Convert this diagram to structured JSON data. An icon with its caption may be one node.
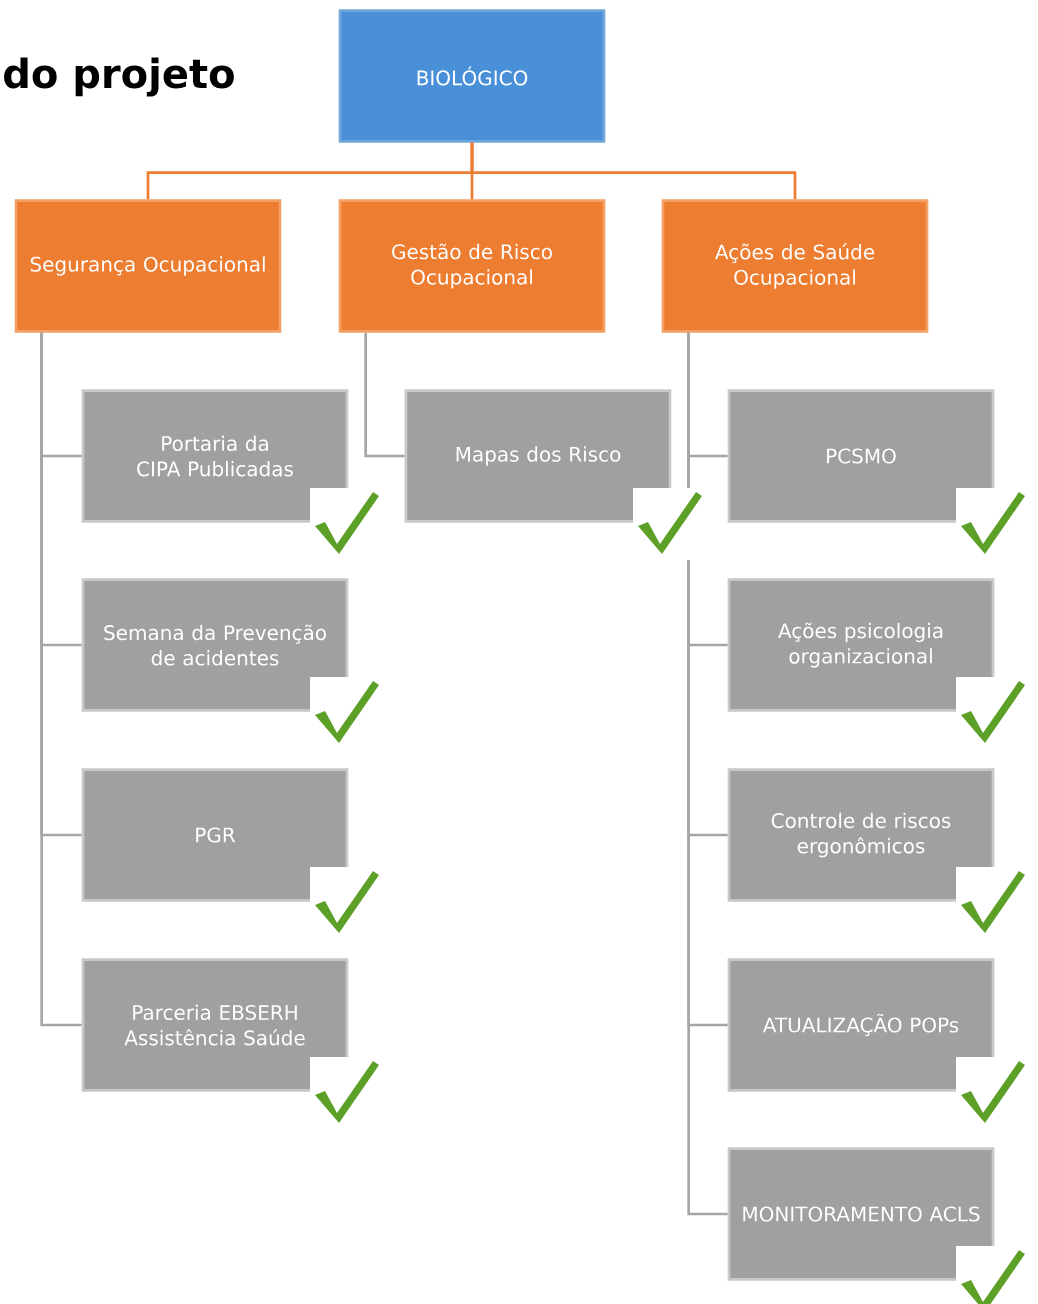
{
  "diagram": {
    "title": "do projeto",
    "nodes": [
      {
        "text": [
          "BIOLÓGICO"
        ]
      },
      {
        "text": [
          "Segurança Ocupacional"
        ]
      },
      {
        "text": [
          "Gestão de Risco Ocupacional"
        ]
      },
      {
        "text": [
          "Ações de Saúde Ocupacional"
        ]
      },
      {
        "text": [
          "Portaria da CIPA Publicadas"
        ]
      },
      {
        "text": [
          "Semana da Prevenção de acidentes"
        ]
      },
      {
        "text": [
          "PGR"
        ]
      },
      {
        "text": [
          "Parceria EBSERH Assistência Saúde"
        ]
      },
      {
        "text": [
          "Mapas dos Risco"
        ]
      },
      {
        "text": [
          "PCSMO"
        ]
      },
      {
        "text": [
          "Ações psicologia organizacional"
        ]
      },
      {
        "text": [
          "Controle de riscos ergonômicos"
        ]
      },
      {
        "text": [
          "ATUALIZAÇÃO POPs"
        ]
      },
      {
        "text": [
          "MONITORAMENTO ACLS"
        ]
      }
    ],
    "edges": [
      {
        "from": 0,
        "to": 1,
        "arrow": "none",
        "color": "#ed7d31"
      },
      {
        "from": 0,
        "to": 2,
        "arrow": "none",
        "color": "#ed7d31"
      },
      {
        "from": 0,
        "to": 3,
        "arrow": "none",
        "color": "#ed7d31"
      },
      {
        "from": 1,
        "to": 4,
        "arrow": "none"
      },
      {
        "from": 1,
        "to": 5,
        "arrow": "none"
      },
      {
        "from": 1,
        "to": 6,
        "arrow": "none"
      },
      {
        "from": 1,
        "to": 7,
        "arrow": "none"
      },
      {
        "from": 2,
        "to": 8,
        "arrow": "none"
      },
      {
        "from": 3,
        "to": 9,
        "arrow": "none"
      },
      {
        "from": 3,
        "to": 10,
        "arrow": "none"
      },
      {
        "from": 3,
        "to": 11,
        "arrow": "none"
      },
      {
        "from": 3,
        "to": 12,
        "arrow": "none"
      },
      {
        "from": 3,
        "to": 13,
        "arrow": "none"
      }
    ]
  }
}
